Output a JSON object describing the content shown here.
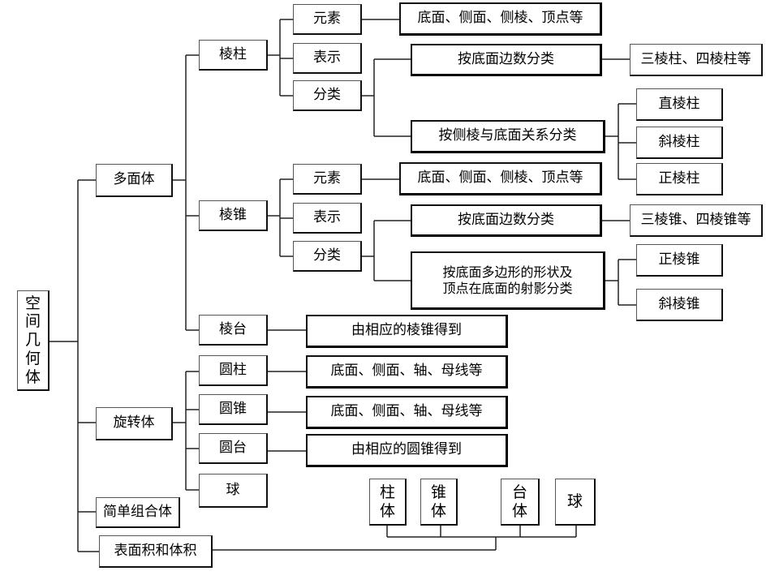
{
  "root": {
    "chars": [
      "空",
      "间",
      "几",
      "何",
      "体"
    ]
  },
  "polyhedron": {
    "label": "多面体",
    "prism": {
      "label": "棱柱",
      "elements": {
        "label": "元素",
        "detail": "底面、侧面、侧棱、顶点等"
      },
      "notation": {
        "label": "表示"
      },
      "classification": {
        "label": "分类",
        "by_base_edges": {
          "label": "按底面边数分类",
          "result": "三棱柱、四棱柱等"
        },
        "by_lateral_edge": {
          "label": "按侧棱与底面关系分类",
          "results": [
            "直棱柱",
            "斜棱柱",
            "正棱柱"
          ]
        }
      }
    },
    "pyramid": {
      "label": "棱锥",
      "elements": {
        "label": "元素",
        "detail": "底面、侧面、侧棱、顶点等"
      },
      "notation": {
        "label": "表示"
      },
      "classification": {
        "label": "分类",
        "by_base_edges": {
          "label": "按底面边数分类",
          "result": "三棱锥、四棱锥等"
        },
        "by_projection": {
          "lines": [
            "按底面多边形的形状及",
            "顶点在底面的射影分类"
          ],
          "results": [
            "正棱锥",
            "斜棱锥"
          ]
        }
      }
    },
    "frustum": {
      "label": "棱台",
      "detail": "由相应的棱锥得到"
    }
  },
  "solid_of_revolution": {
    "label": "旋转体",
    "cylinder": {
      "label": "圆柱",
      "detail": "底面、侧面、轴、母线等"
    },
    "cone": {
      "label": "圆锥",
      "detail": "底面、侧面、轴、母线等"
    },
    "cone_frustum": {
      "label": "圆台",
      "detail": "由相应的圆锥得到"
    },
    "sphere": {
      "label": "球"
    }
  },
  "composite": {
    "label": "简单组合体"
  },
  "area_volume": {
    "label": "表面积和体积",
    "targets": [
      {
        "chars": [
          "柱",
          "体"
        ]
      },
      {
        "chars": [
          "锥",
          "体"
        ]
      },
      {
        "chars": [
          "台",
          "体"
        ]
      },
      {
        "chars": [
          "球"
        ]
      }
    ]
  }
}
